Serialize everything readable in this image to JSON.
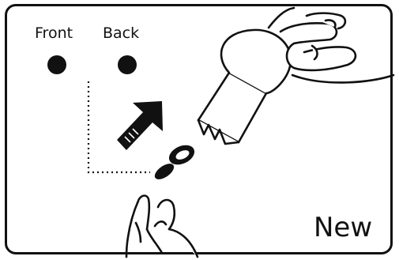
{
  "labels": {
    "front": "Front",
    "back": "Back",
    "badge": "New"
  },
  "colors": {
    "ink": "#111111",
    "background": "#ffffff"
  },
  "icons": [
    "hand-holding-tool-icon",
    "hand-pinching-icon",
    "arrow-up-right-icon"
  ]
}
